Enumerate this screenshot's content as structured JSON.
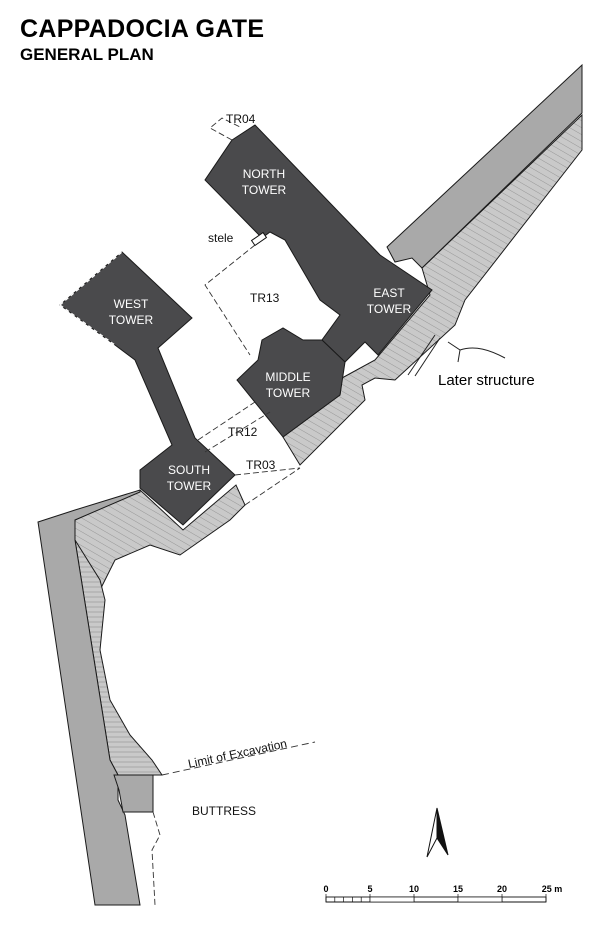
{
  "title": "CAPPADOCIA GATE",
  "subtitle": "GENERAL PLAN",
  "towers": {
    "north": [
      "NORTH",
      "TOWER"
    ],
    "west": [
      "WEST",
      "TOWER"
    ],
    "east": [
      "EAST",
      "TOWER"
    ],
    "middle": [
      "MIDDLE",
      "TOWER"
    ],
    "south": [
      "SOUTH",
      "TOWER"
    ]
  },
  "trenches": [
    "TR04",
    "TR13",
    "TR12",
    "TR03"
  ],
  "labels": {
    "stele": "stele",
    "later_structure": "Later structure",
    "limit_of_excavation": "Limit of Excavation",
    "buttress": "BUTTRESS"
  },
  "north_arrow": "north-arrow-icon",
  "scale_bar": {
    "ticks": [
      "0",
      "5",
      "10",
      "15",
      "20",
      "25 m"
    ]
  },
  "colors": {
    "tower_fill": "#4a4a4c",
    "wall_fill": "#a9a9a9",
    "glacis_fill": "#c8c8c8",
    "outline": "#1a1a1a"
  }
}
